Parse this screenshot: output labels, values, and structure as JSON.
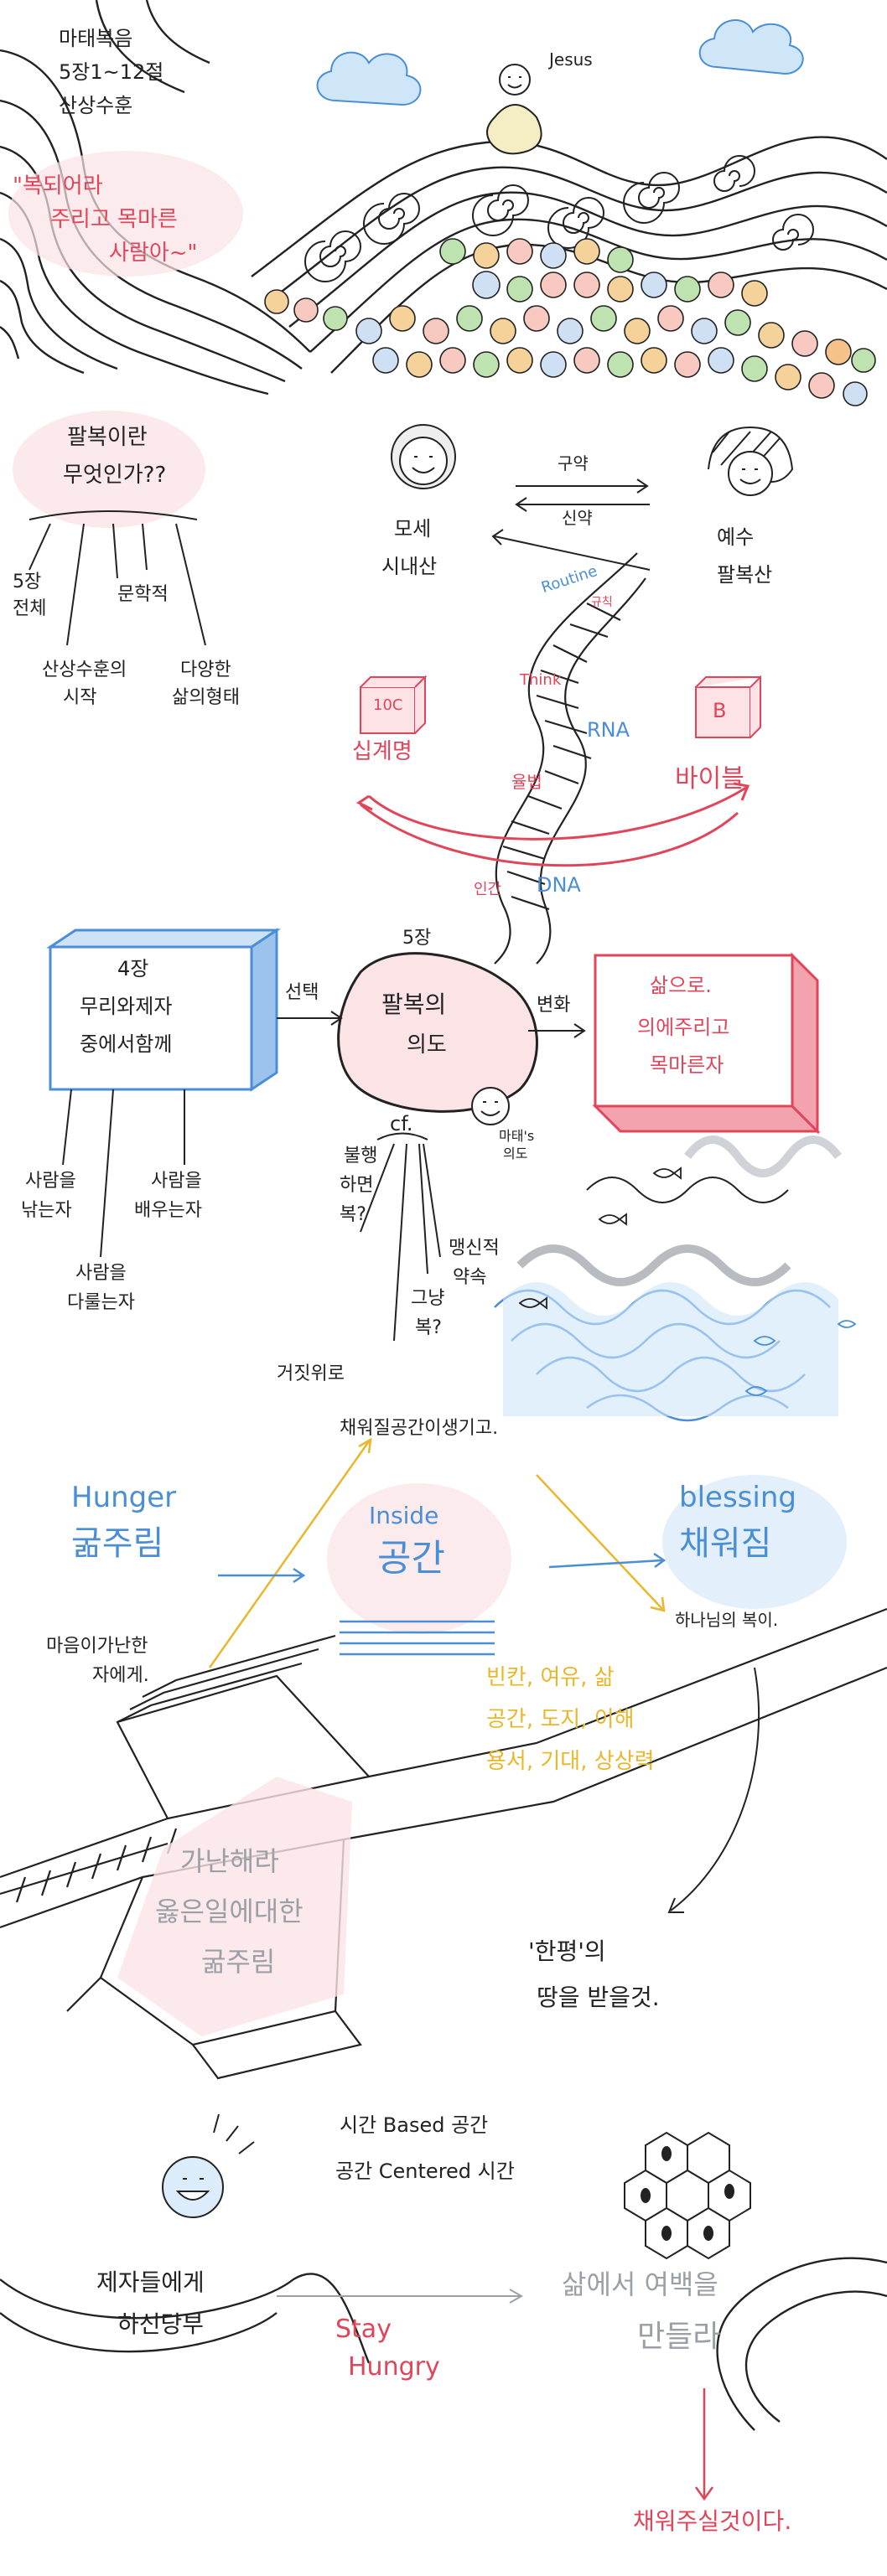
{
  "section1": {
    "title_lines": [
      "마태복음",
      "5장1~12절",
      "산상수훈"
    ],
    "quote_lines": [
      "\"복되어라",
      "주리고 목마른",
      "사람아~\""
    ],
    "jesus_label": "Jesus"
  },
  "section2": {
    "question_lines": [
      "팔복이란",
      "무엇인가??"
    ],
    "branches": [
      {
        "lines": [
          "5장",
          "전체"
        ]
      },
      {
        "lines": [
          "문학적"
        ]
      },
      {
        "lines": [
          "산상수훈의",
          "시작"
        ]
      },
      {
        "lines": [
          "다양한",
          "삶의형태"
        ]
      }
    ],
    "old_testament": "구약",
    "new_testament": "신약",
    "moses_lines": [
      "모세",
      "시내산"
    ],
    "jesus_lines": [
      "예수",
      "팔복산"
    ],
    "book_left_mark": "10C",
    "book_right_mark": "B",
    "ten_commandments": "십계명",
    "bible": "바이블",
    "helix_words": [
      "Routine",
      "규칙",
      "Think",
      "율법",
      "인간"
    ],
    "rna": "RNA",
    "dna": "DNA"
  },
  "section3": {
    "left_box_lines": [
      "4장",
      "무리와제자",
      "중에서함께"
    ],
    "choice": "선택",
    "chapter_label": "5장",
    "center_lines": [
      "팔복의",
      "의도"
    ],
    "change": "변화",
    "right_box_lines": [
      "삶으로.",
      "의에주리고",
      "목마른자"
    ],
    "smiley_lines": [
      "마태's",
      "의도"
    ],
    "cf": "cf.",
    "left_branches": [
      {
        "lines": [
          "사람을",
          "낚는자"
        ]
      },
      {
        "lines": [
          "사람을",
          "배우는자"
        ]
      },
      {
        "lines": [
          "사람을",
          "다룰는자"
        ]
      }
    ],
    "cf_branches": [
      {
        "lines": [
          "불행",
          "하면",
          "복?"
        ]
      },
      {
        "lines": [
          "그냥",
          "복?"
        ]
      },
      {
        "lines": [
          "맹신적",
          "약속"
        ]
      },
      {
        "lines": [
          "거짓위로"
        ]
      }
    ]
  },
  "section4": {
    "top_caption": "채워질공간이생기고.",
    "hunger_en": "Hunger",
    "hunger_ko": "굶주림",
    "hunger_sub_lines": [
      "마음이가난한",
      "자에게."
    ],
    "inside_en": "Inside",
    "inside_ko": "공간",
    "blessing_en": "blessing",
    "blessing_ko": "채워짐",
    "blessing_sub": "하나님의 복이.",
    "yellow_lines": [
      "빈칸, 여유, 삶",
      "공간, 도지, 이해",
      "용서, 기대, 상상력"
    ],
    "road_lines": [
      "가난해라",
      "옳은일에대한",
      "굶주림"
    ],
    "conclusion_lines": [
      "'한평'의",
      "땅을 받을것."
    ]
  },
  "section5": {
    "time_space_lines": [
      "시간 Based 공간",
      "공간 Centered 시간"
    ],
    "disciples_lines": [
      "제자들에게",
      "하신당부"
    ],
    "stay_lines": [
      "Stay",
      "Hungry"
    ],
    "margin_lines": [
      "삶에서 여백을",
      "만들라"
    ],
    "final": "채워주실것이다."
  },
  "colors": {
    "ink": "#222222",
    "blue": "#4a8ed6",
    "red": "#e0455a",
    "yellow": "#e9b72b",
    "grey": "#9aa0a6",
    "pink_fill": "#fbe3e6",
    "sky_fill": "#cfe6f8"
  }
}
